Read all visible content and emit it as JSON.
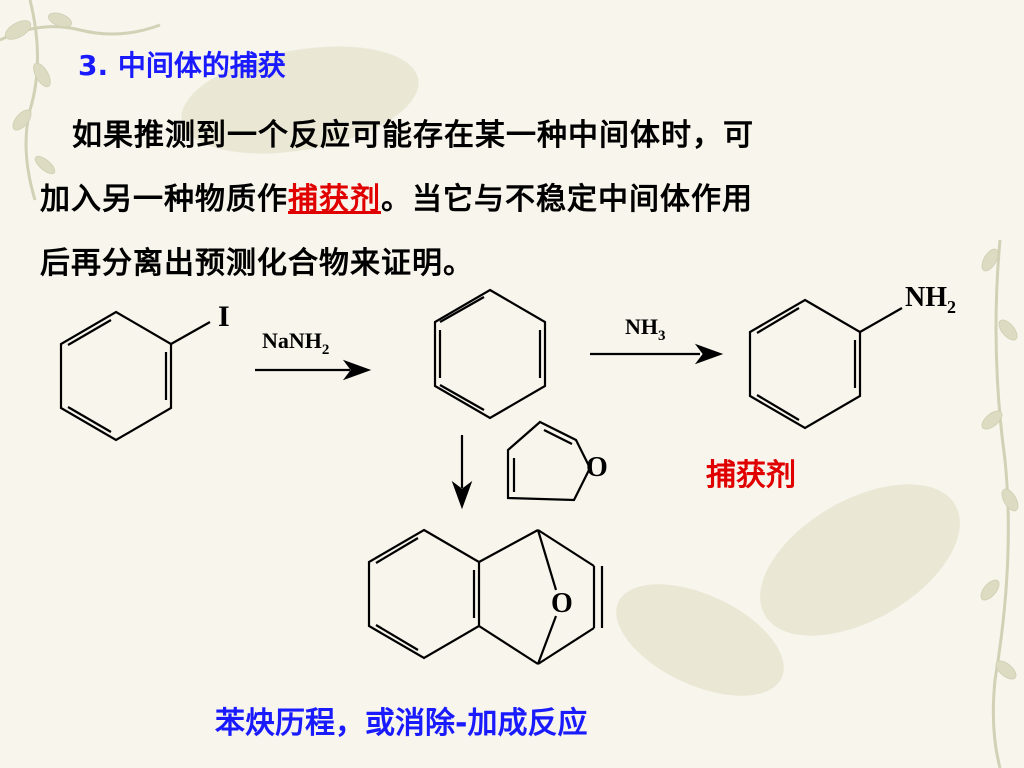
{
  "heading": "3. 中间体的捕获",
  "paragraph": {
    "line1": "如果推测到一个反应可能存在某一种中间体时，可",
    "line2_before": "加入另一种物质作",
    "line2_highlight": "捕获剂",
    "line2_after": "。当它与不稳定中间体作用",
    "line3": "后再分离出预测化合物来证明。"
  },
  "scheme": {
    "iodine_label": "I",
    "reagent1": "NaNH",
    "reagent1_sub": "2",
    "reagent2": "NH",
    "reagent2_sub": "3",
    "product_group": "NH",
    "product_group_sub": "2",
    "furan_o": "O",
    "adduct_o": "O"
  },
  "trap_label": "捕获剂",
  "mechanism_label": "苯炔历程，或消除-加成反应",
  "colors": {
    "heading": "#1a1aff",
    "highlight": "#e00000",
    "mechanism": "#1a1aff"
  }
}
